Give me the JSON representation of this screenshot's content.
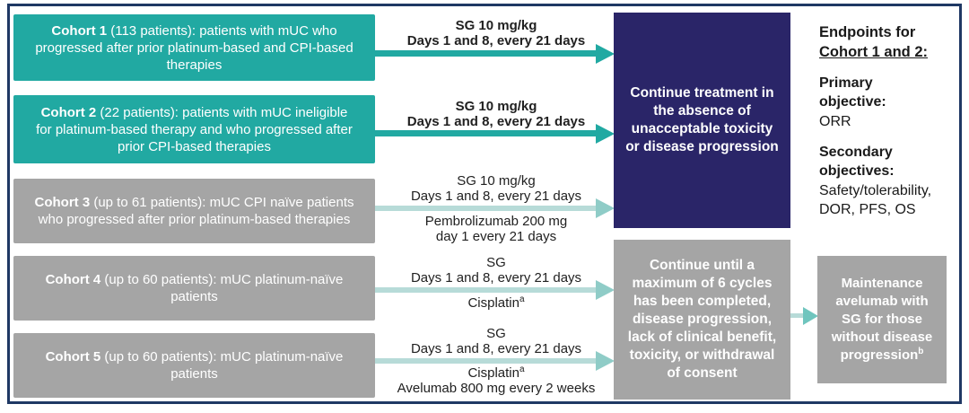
{
  "colors": {
    "teal": "#21A9A2",
    "light_teal": "#B7DBD8",
    "light_teal_head": "#8FCCC7",
    "gray": "#A5A5A5",
    "navy": "#2A2568",
    "frame_border": "#1F3864"
  },
  "cohorts": [
    {
      "name": "Cohort 1",
      "detail": " (113 patients): patients with mUC who progressed after prior platinum-based and CPI-based therapies"
    },
    {
      "name": "Cohort 2",
      "detail": " (22 patients): patients with mUC ineligible for platinum-based therapy and who progressed after prior CPI-based therapies"
    },
    {
      "name": "Cohort 3",
      "detail": " (up to 61 patients): mUC CPI naïve patients who progressed after prior platinum-based therapies"
    },
    {
      "name": "Cohort 4",
      "detail": " (up to 60 patients): mUC platinum-naïve patients"
    },
    {
      "name": "Cohort 5",
      "detail": " (up to 60 patients): mUC platinum-naïve patients"
    }
  ],
  "arms": [
    {
      "line1": "SG 10 mg/kg",
      "line2": "Days 1 and 8, every 21 days"
    },
    {
      "line1": "SG 10 mg/kg",
      "line2": "Days 1 and 8, every 21 days"
    },
    {
      "line1": "SG 10 mg/kg",
      "line2": "Days 1 and 8, every 21 days",
      "below1": "Pembrolizumab 200 mg",
      "below2": "day 1 every 21 days"
    },
    {
      "line1": "SG",
      "line2": "Days 1 and 8, every 21 days",
      "below1": "Cisplatin",
      "below1_sup": "a"
    },
    {
      "line1": "SG",
      "line2": "Days 1 and 8, every 21 days",
      "below1": "Cisplatin",
      "below1_sup": "a",
      "below2": "Avelumab 800 mg every 2 weeks"
    }
  ],
  "boxes": {
    "continue_treatment": "Continue treatment in the absence of unacceptable toxicity or disease progression",
    "continue_until": "Continue until a maximum of 6 cycles has been completed, disease progression, lack of clinical benefit, toxicity, or withdrawal of consent",
    "maintenance": "Maintenance avelumab with SG for those without disease progression",
    "maintenance_sup": "b"
  },
  "endpoints": {
    "title_line1": "Endpoints for",
    "title_line2": "Cohort 1 and 2:",
    "primary_label": "Primary objective:",
    "primary_value": "ORR",
    "secondary_label": "Secondary objectives:",
    "secondary_value": "Safety/tolerability, DOR, PFS, OS"
  }
}
